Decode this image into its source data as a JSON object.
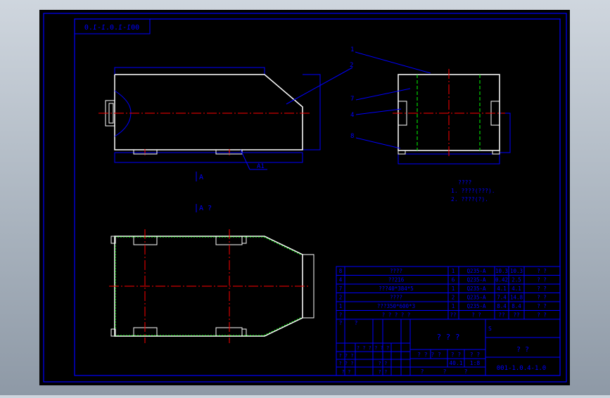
{
  "colors": {
    "background": "#000000",
    "frame": "#0000ff",
    "outline": "#ffffff",
    "hidden": "#0000ff",
    "center": "#ff0000",
    "weld": "#00ff00"
  },
  "drawing_number_mirrored": "001-1.0.1-1.0",
  "views": {
    "left_label": "A",
    "plan_label": "A ?",
    "section_label": "A1",
    "balloons": [
      "1",
      "2",
      "7",
      "4",
      "8"
    ]
  },
  "notes": {
    "title": "????",
    "line1": "1. ????(???).",
    "line2": "2. ????(?)."
  },
  "bom": {
    "rows": [
      {
        "no": "8",
        "name": "????",
        "qty": "1",
        "mat": "Q235-A",
        "unit": "10.3",
        "total": "10.3",
        "note": "? ?"
      },
      {
        "no": "4",
        "name": "??216",
        "qty": "6",
        "mat": "Q235-A",
        "unit": "0.42",
        "total": "2.5",
        "note": "? ?"
      },
      {
        "no": "7",
        "name": "???40*384*5",
        "qty": "1",
        "mat": "Q235-A",
        "unit": "4.1",
        "total": "4.1",
        "note": "? ?"
      },
      {
        "no": "2",
        "name": "????",
        "qty": "2",
        "mat": "Q235-A",
        "unit": "7.4",
        "total": "14.8",
        "note": "? ?"
      },
      {
        "no": "1",
        "name": "???350*600*3",
        "qty": "1",
        "mat": "Q235-A",
        "unit": "8.4",
        "total": "8.4",
        "note": "? ?"
      },
      {
        "no": "?",
        "name": "? ? ? ? ?",
        "qty": "??",
        "mat": "? ?",
        "unit": "??",
        "total": "??",
        "note": "? ?"
      }
    ]
  },
  "title_block": {
    "name": "? ? ?",
    "scale_header_a": "? ? ? ?",
    "scale_header_b": "? ?",
    "scale_header_c": "? ?",
    "weight": "40.1",
    "scale": "1:8",
    "sheet_a": "?",
    "sheet_b": "?",
    "sheet_c": "?",
    "company": "? ?",
    "drawing_number": "001-1.0.4-1.0",
    "s_mark": "S",
    "sign_row_a": "? ? ? ? ? ?",
    "sign_row_b": "? ? ?",
    "sign_row_c": "? ? ?",
    "sign_row_d": "? ?",
    "sign_row_e": "? ?",
    "sign_row_f": "? ?",
    "upper_a": "?",
    "upper_b": "?"
  }
}
